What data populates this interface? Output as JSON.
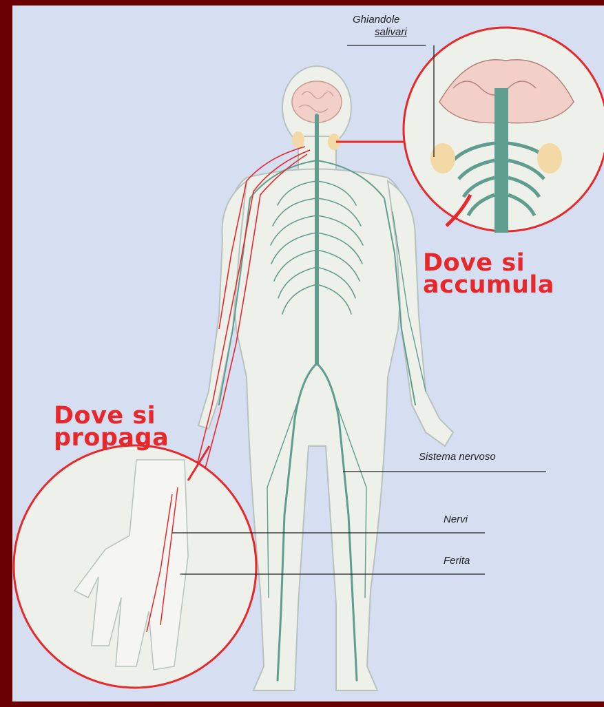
{
  "labels": {
    "salivary_glands": [
      "Ghiandole",
      "salivari"
    ],
    "nervous_system": "Sistema nervoso",
    "nerves": "Nervi",
    "wound": "Ferita"
  },
  "titles": {
    "accumulates": [
      "Dove si",
      "accumula"
    ],
    "spreads": [
      "Dove si",
      "propaga"
    ]
  },
  "colors": {
    "frame": "#6b0000",
    "background": "#d6dff2",
    "nerve": "#5f9d8f",
    "infection_path": "#e8272a",
    "body_fill": "#eef0ea",
    "brain": "#f2cfc8",
    "gland": "#f3d9a6"
  }
}
